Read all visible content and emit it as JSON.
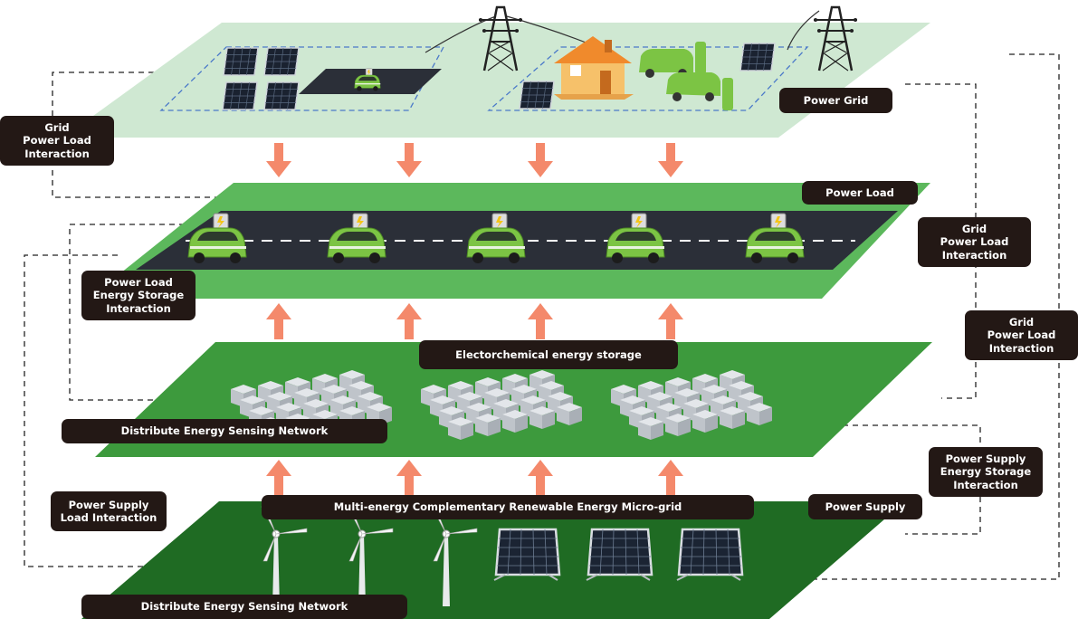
{
  "labels": {
    "power_grid": "Power Grid",
    "power_load": "Power Load",
    "power_supply": "Power Supply",
    "electrochemical_storage": "Electorchemical energy storage",
    "sensing_network_mid": "Distribute Energy Sensing Network",
    "sensing_network_bottom": "Distribute Energy Sensing Network",
    "microgrid": "Multi-energy Complementary Renewable Energy Micro-grid",
    "grid_load_left": [
      "Grid",
      "Power Load",
      "Interaction"
    ],
    "grid_load_right_1": [
      "Grid",
      "Power Load",
      "Interaction"
    ],
    "grid_load_right_2": [
      "Grid",
      "Power Load",
      "Interaction"
    ],
    "load_storage": [
      "Power Load",
      "Energy Storage",
      "Interaction"
    ],
    "supply_load": [
      "Power Supply",
      "Load Interaction"
    ],
    "supply_storage": [
      "Power Supply",
      "Energy Storage",
      "Interaction"
    ]
  },
  "colors": {
    "grid_layer": "#cfe8d2",
    "load_layer": "#5cb85c",
    "storage_layer": "#3d9a3d",
    "supply_layer": "#1f6b23",
    "road": "#2b2f38",
    "arrow": "#f4896b",
    "label_bg": "#231815",
    "car": "#7cc444",
    "house_roof": "#f08a2c",
    "house_wall": "#f6c16a"
  },
  "icons": [
    "power-tower-icon",
    "house-icon",
    "ev-car-icon",
    "charging-station-icon",
    "solar-panel-icon",
    "battery-pack-icon",
    "wind-turbine-icon"
  ]
}
